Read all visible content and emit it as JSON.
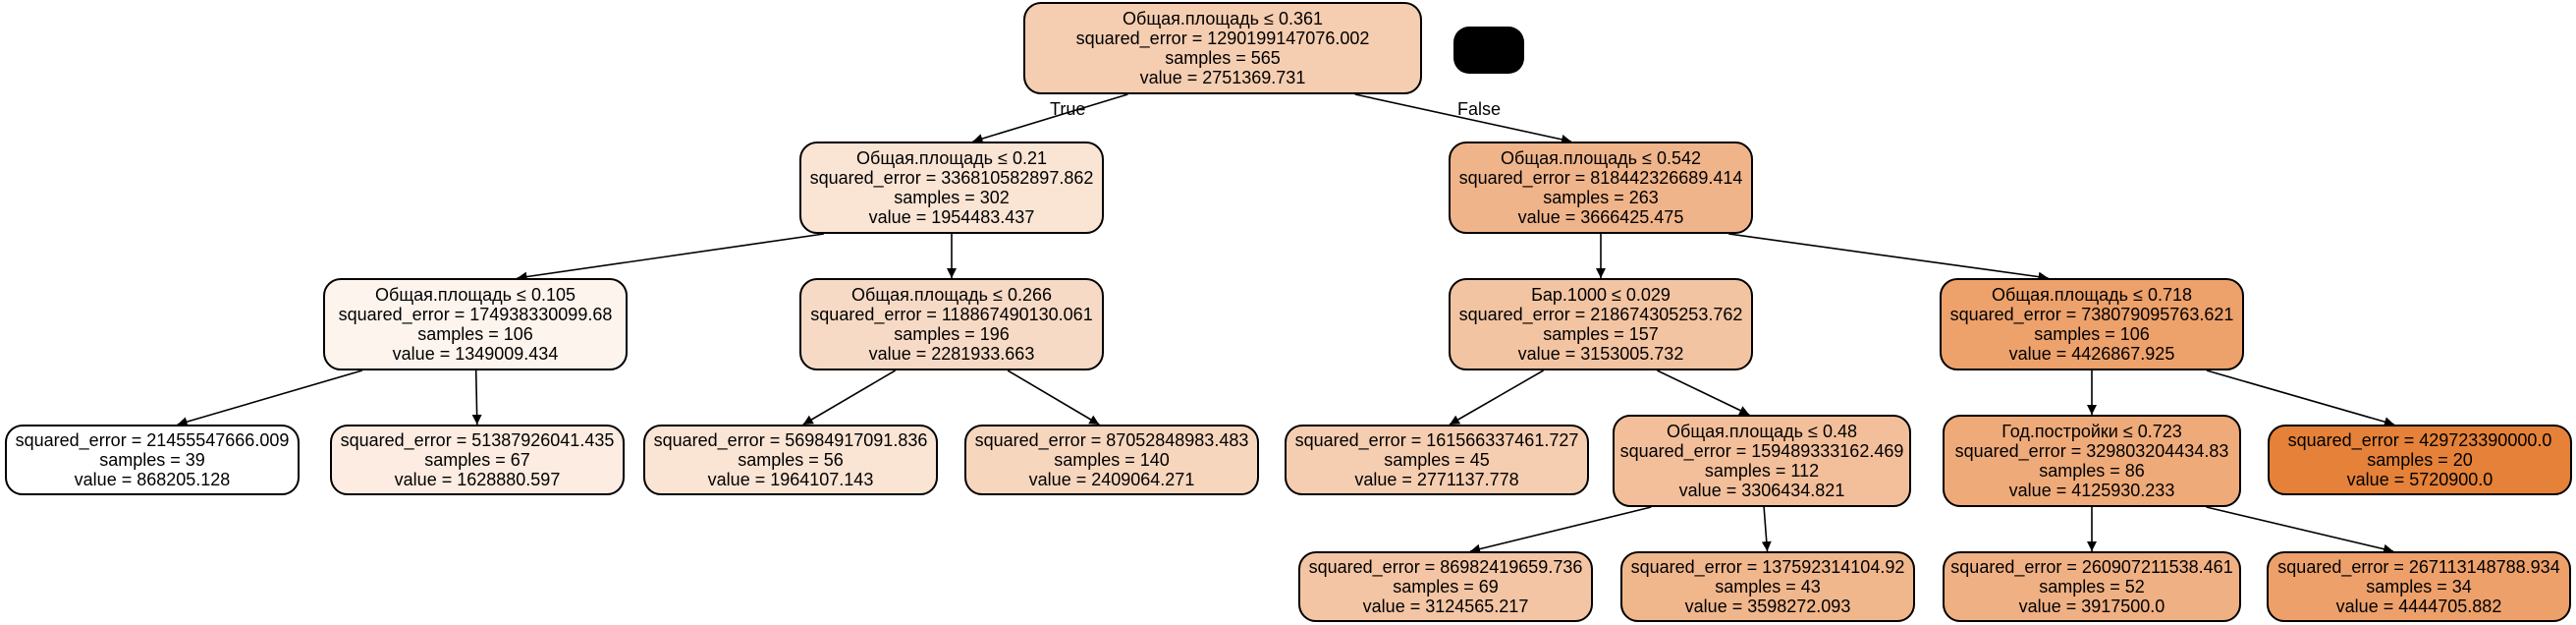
{
  "tree": {
    "true_label": "True",
    "false_label": "False",
    "nodes": [
      {
        "id": "n0",
        "split": "Общая.площадь ≤ 0.361",
        "squared_error": "squared_error = 1290199147076.002",
        "samples": "samples = 565",
        "value": "value = 2751369.731",
        "fill": "#f5cdb0"
      },
      {
        "id": "n1",
        "split": "Общая.площадь ≤ 0.21",
        "squared_error": "squared_error = 336810582897.862",
        "samples": "samples = 302",
        "value": "value = 1954483.437",
        "fill": "#fae4d4"
      },
      {
        "id": "n2",
        "split": "Общая.площадь ≤ 0.542",
        "squared_error": "squared_error = 818442326689.414",
        "samples": "samples = 263",
        "value": "value = 3666425.475",
        "fill": "#f0b48a"
      },
      {
        "id": "n3",
        "split": "Общая.площадь ≤ 0.105",
        "squared_error": "squared_error = 174938330099.68",
        "samples": "samples = 106",
        "value": "value = 1349009.434",
        "fill": "#fdf4ed"
      },
      {
        "id": "n4",
        "split": "Общая.площадь ≤ 0.266",
        "squared_error": "squared_error = 118867490130.061",
        "samples": "samples = 196",
        "value": "value = 2281933.663",
        "fill": "#f7dac5"
      },
      {
        "id": "n5",
        "split": "Бар.1000 ≤ 0.029",
        "squared_error": "squared_error = 218674305253.762",
        "samples": "samples = 157",
        "value": "value = 3153005.732",
        "fill": "#f3c4a2"
      },
      {
        "id": "n6",
        "split": "Общая.площадь ≤ 0.718",
        "squared_error": "squared_error = 738079095763.621",
        "samples": "samples = 106",
        "value": "value = 4426867.925",
        "fill": "#eda16b"
      },
      {
        "id": "n7",
        "squared_error": "squared_error = 21455547666.009",
        "samples": "samples = 39",
        "value": "value = 868205.128",
        "fill": "#ffffff"
      },
      {
        "id": "n8",
        "squared_error": "squared_error = 51387926041.435",
        "samples": "samples = 67",
        "value": "value = 1628880.597",
        "fill": "#fcece1"
      },
      {
        "id": "n9",
        "squared_error": "squared_error = 56984917091.836",
        "samples": "samples = 56",
        "value": "value = 1964107.143",
        "fill": "#fae4d4"
      },
      {
        "id": "n10",
        "squared_error": "squared_error = 87052848983.483",
        "samples": "samples = 140",
        "value": "value = 2409064.271",
        "fill": "#f7d6be"
      },
      {
        "id": "n11",
        "squared_error": "squared_error = 161566337461.727",
        "samples": "samples = 45",
        "value": "value = 2771137.778",
        "fill": "#f5cdb0"
      },
      {
        "id": "n12",
        "split": "Общая.площадь ≤ 0.48",
        "squared_error": "squared_error = 159489333162.469",
        "samples": "samples = 112",
        "value": "value = 3306434.821",
        "fill": "#f2bf9a"
      },
      {
        "id": "n13",
        "split": "Год.постройки ≤ 0.723",
        "squared_error": "squared_error = 329803204434.83",
        "samples": "samples = 86",
        "value": "value = 4125930.233",
        "fill": "#eeaa79"
      },
      {
        "id": "n14",
        "squared_error": "squared_error = 429723390000.0",
        "samples": "samples = 20",
        "value": "value = 5720900.0",
        "fill": "#e58139"
      },
      {
        "id": "n15",
        "squared_error": "squared_error = 86982419659.736",
        "samples": "samples = 69",
        "value": "value = 3124565.217",
        "fill": "#f3c5a4"
      },
      {
        "id": "n16",
        "squared_error": "squared_error = 137592314104.92",
        "samples": "samples = 43",
        "value": "value = 3598272.093",
        "fill": "#f0b68c"
      },
      {
        "id": "n17",
        "squared_error": "squared_error = 260907211538.461",
        "samples": "samples = 52",
        "value": "value = 3917500.0",
        "fill": "#efb083"
      },
      {
        "id": "n18",
        "squared_error": "squared_error = 267113148788.934",
        "samples": "samples = 34",
        "value": "value = 4444705.882",
        "fill": "#eda06a"
      }
    ],
    "edges": [
      [
        "n0",
        "n1"
      ],
      [
        "n0",
        "n2"
      ],
      [
        "n1",
        "n3"
      ],
      [
        "n1",
        "n4"
      ],
      [
        "n2",
        "n5"
      ],
      [
        "n2",
        "n6"
      ],
      [
        "n3",
        "n7"
      ],
      [
        "n3",
        "n8"
      ],
      [
        "n4",
        "n9"
      ],
      [
        "n4",
        "n10"
      ],
      [
        "n5",
        "n11"
      ],
      [
        "n5",
        "n12"
      ],
      [
        "n6",
        "n13"
      ],
      [
        "n6",
        "n14"
      ],
      [
        "n12",
        "n15"
      ],
      [
        "n12",
        "n16"
      ],
      [
        "n13",
        "n17"
      ],
      [
        "n13",
        "n18"
      ]
    ]
  }
}
